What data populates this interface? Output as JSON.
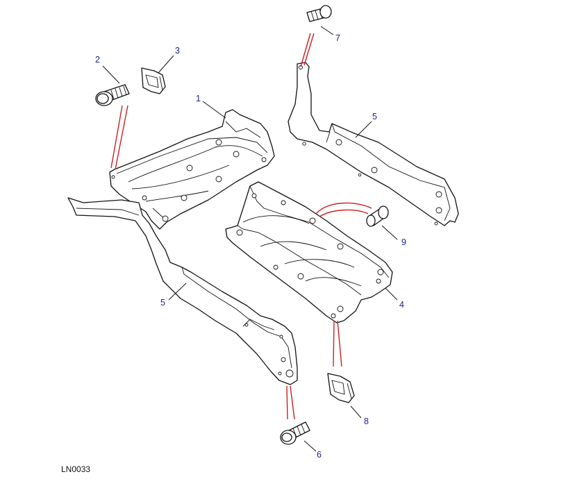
{
  "diagram": {
    "drawing_code": "LN0033",
    "callouts": [
      {
        "id": "1",
        "part": "floor-tray-front"
      },
      {
        "id": "2",
        "part": "bolt-upper-left"
      },
      {
        "id": "3",
        "part": "clip-nut-upper"
      },
      {
        "id": "4",
        "part": "floor-tray-rear"
      },
      {
        "id": "5",
        "part": "side-bracket-left"
      },
      {
        "id": "5",
        "part": "side-bracket-right"
      },
      {
        "id": "6",
        "part": "bolt-lower"
      },
      {
        "id": "7",
        "part": "bolt-upper-right"
      },
      {
        "id": "8",
        "part": "clip-nut-lower"
      },
      {
        "id": "9",
        "part": "bush"
      }
    ],
    "colors": {
      "callout_text": "#1a1f8c",
      "fastener_lines": "#cc1f1f",
      "linework": "#111111"
    }
  }
}
